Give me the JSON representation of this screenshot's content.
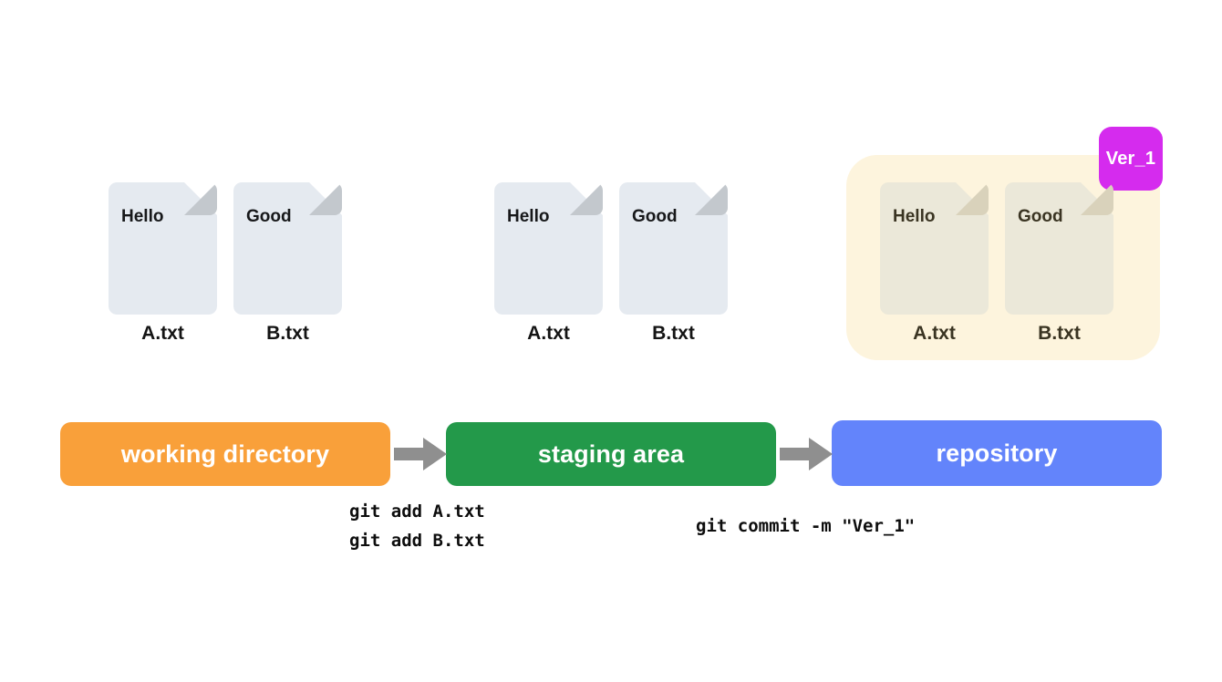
{
  "diagram": {
    "title": "git working directory / staging area / repository flow",
    "colors": {
      "working": "#f9a03a",
      "staging": "#23994a",
      "repository": "#6384fb",
      "version_badge": "#d52bee",
      "repo_container": "#fdf4dd",
      "file_light": "#e5eaf0",
      "file_repo": "#ebe8d9",
      "arrow": "#8f8f8f"
    }
  },
  "version_badge": {
    "label": "Ver_1"
  },
  "file_groups": [
    {
      "id": "working",
      "files": [
        {
          "content": "Hello",
          "name": "A.txt"
        },
        {
          "content": "Good",
          "name": "B.txt"
        }
      ]
    },
    {
      "id": "staging",
      "files": [
        {
          "content": "Hello",
          "name": "A.txt"
        },
        {
          "content": "Good",
          "name": "B.txt"
        }
      ]
    },
    {
      "id": "repository",
      "files": [
        {
          "content": "Hello",
          "name": "A.txt"
        },
        {
          "content": "Good",
          "name": "B.txt"
        }
      ]
    }
  ],
  "stages": [
    {
      "id": "working",
      "label": "working directory"
    },
    {
      "id": "staging",
      "label": "staging area"
    },
    {
      "id": "repository",
      "label": "repository"
    }
  ],
  "commands": {
    "add": "git add A.txt\ngit add B.txt",
    "commit": "git commit -m \"Ver_1\""
  }
}
